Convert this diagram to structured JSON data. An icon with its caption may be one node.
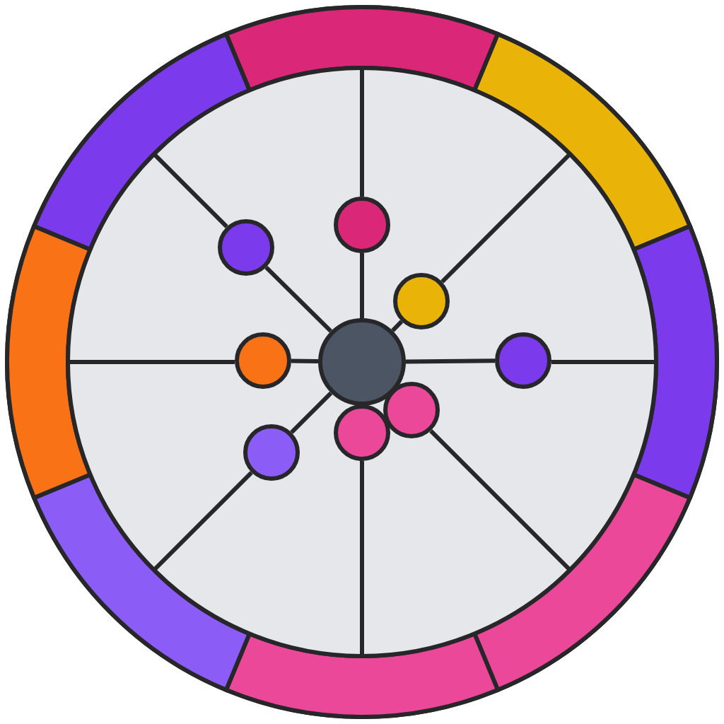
{
  "diagram": {
    "nodes": [
      {
        "text": [],
        "shape": "circle"
      },
      {
        "text": [],
        "shape": "circle"
      },
      {
        "text": [],
        "shape": "circle"
      },
      {
        "text": [],
        "shape": "circle"
      },
      {
        "text": [],
        "shape": "circle"
      },
      {
        "text": [],
        "shape": "circle"
      },
      {
        "text": [],
        "shape": "circle"
      },
      {
        "text": [],
        "shape": "circle"
      },
      {
        "text": [],
        "shape": "circle"
      }
    ],
    "edges": [
      {
        "from": 0,
        "to": 1,
        "arrow": "none"
      },
      {
        "from": 0,
        "to": 2,
        "arrow": "none"
      },
      {
        "from": 0,
        "to": 3,
        "arrow": "none"
      },
      {
        "from": 0,
        "to": 6,
        "arrow": "none"
      },
      {
        "from": 0,
        "to": 7,
        "arrow": "none"
      },
      {
        "from": 0,
        "to": 8,
        "arrow": "none"
      }
    ]
  }
}
